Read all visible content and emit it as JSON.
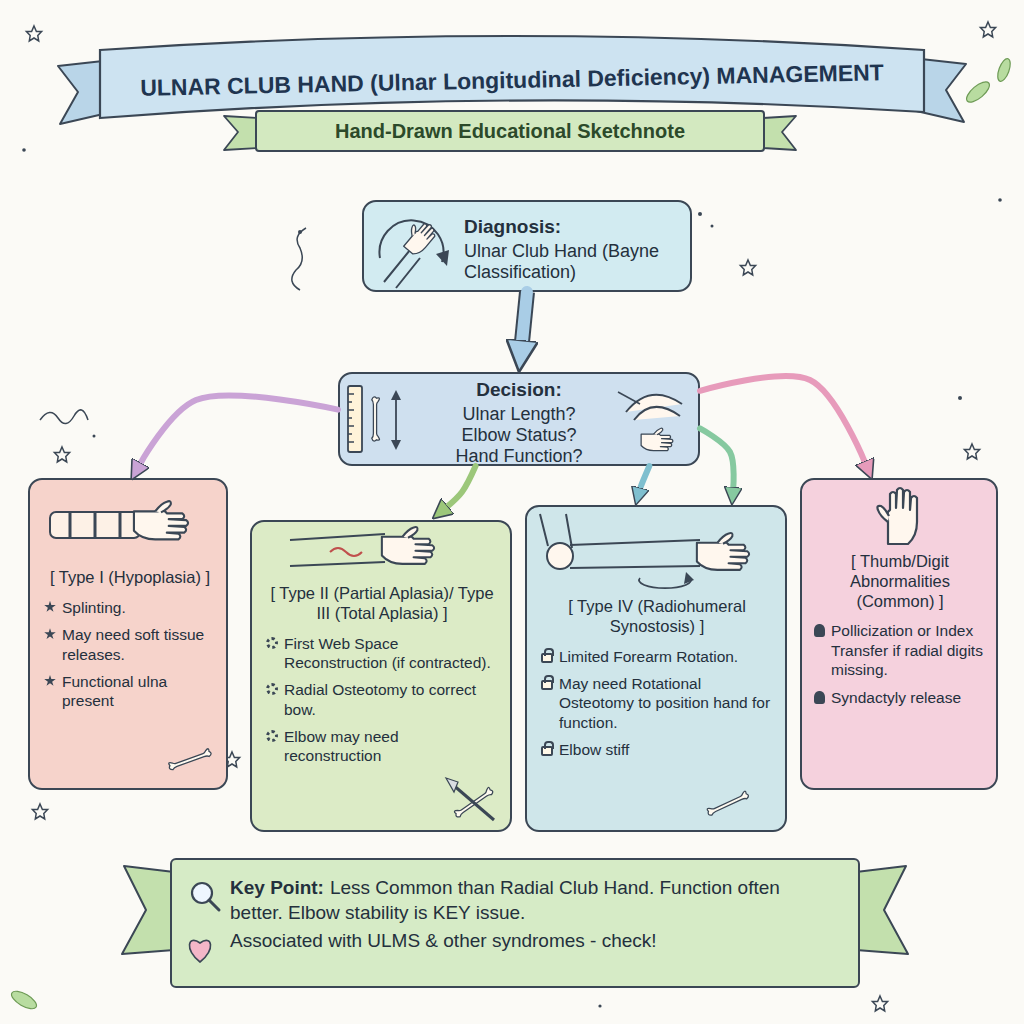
{
  "diagram": {
    "title": "ULNAR CLUB HAND (Ulnar Longitudinal Deficiency) MANAGEMENT",
    "nodes": [
      {
        "text": [
          "Hand-Drawn Educational Sketchnote"
        ]
      },
      {
        "text": [
          "Diagnosis:",
          "Ulnar Club Hand (Bayne Classification)"
        ]
      },
      {
        "text": [
          "Decision:",
          "Ulnar Length? Elbow Status? Hand Function?"
        ]
      },
      {
        "text": [
          "[ Type I (Hypoplasia) ]",
          "Splinting.",
          "May need soft tissue releases.",
          "Functional ulna present"
        ]
      },
      {
        "text": [
          "[ Type II (Partial Aplasia)/ Type III (Total Aplasia) ]",
          "First Web Space Reconstruction (if contracted).",
          "Radial Osteotomy to correct bow.",
          "Elbow may need reconstruction"
        ]
      },
      {
        "text": [
          "[ Type IV (Radiohumeral Synostosis) ]",
          "Limited Forearm Rotation.",
          "May need Rotational Osteotomy to position hand for function.",
          "Elbow stiff"
        ]
      },
      {
        "text": [
          "[ Thumb/Digit Abnormalities (Common) ]",
          "Pollicization or Index Transfer if radial digits missing.",
          "Syndactyly release"
        ]
      },
      {
        "text": [
          "Key Point:",
          "Less Common than Radial Club Hand. Function often better. Elbow stability is KEY issue.",
          "Associated with ULMS & other syndromes - check!"
        ]
      }
    ],
    "edges": [
      {
        "from": 1,
        "to": 2,
        "arrow": "to"
      },
      {
        "from": 2,
        "to": 3,
        "arrow": "to"
      },
      {
        "from": 2,
        "to": 4,
        "arrow": "to"
      },
      {
        "from": 2,
        "to": 5,
        "arrow": "to"
      },
      {
        "from": 2,
        "to": 5,
        "arrow": "to"
      },
      {
        "from": 2,
        "to": 6,
        "arrow": "to"
      }
    ]
  }
}
